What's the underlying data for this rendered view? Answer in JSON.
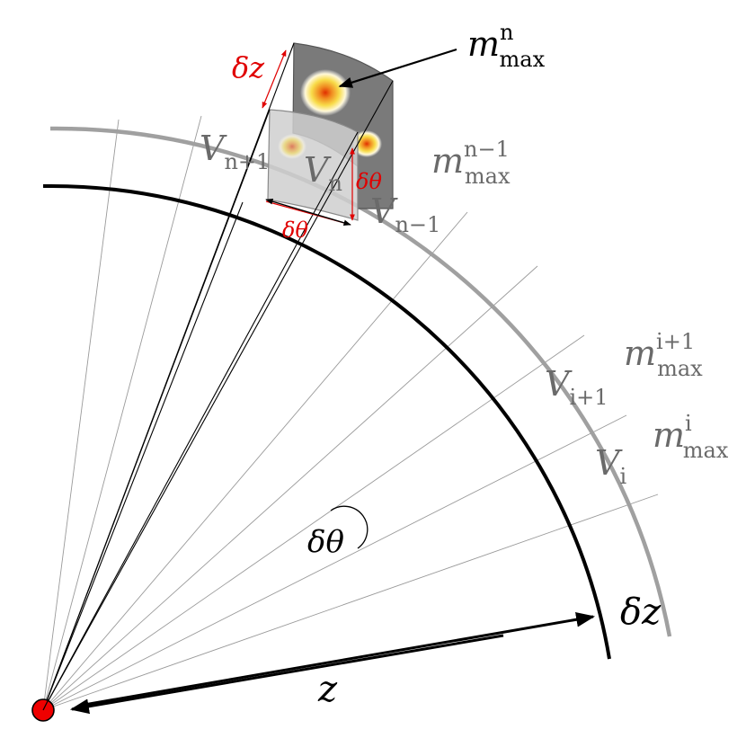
{
  "colors": {
    "background": "#ffffff",
    "inner_arc": "#000000",
    "outer_arc": "#a0a0a0",
    "rays": "#9a9a9a",
    "highlight": "#e00000",
    "gray_label": "#6a6a6a",
    "cell_front": "#c8c8c8",
    "cell_top": "#7a7a7a",
    "origin": "#ee0000"
  },
  "labels": {
    "m_n": {
      "base": "m",
      "sup": "n",
      "sub": "max"
    },
    "m_n_minus_1": {
      "base": "m",
      "sup": "n−1",
      "sub": "max"
    },
    "m_i_plus_1": {
      "base": "m",
      "sup": "i+1",
      "sub": "max"
    },
    "m_i": {
      "base": "m",
      "sup": "i",
      "sub": "max"
    },
    "V_n_plus_1": {
      "base": "V",
      "sub": "n+1"
    },
    "V_n": {
      "base": "V",
      "sub": "n"
    },
    "V_n_minus_1": {
      "base": "V",
      "sub": "n−1"
    },
    "V_i_plus_1": {
      "base": "V",
      "sub": "i+1"
    },
    "V_i": {
      "base": "V",
      "sub": "i"
    },
    "delta_theta_center": "δθ",
    "delta_theta_red_h": "δθ",
    "delta_theta_red_v": "δθ",
    "delta_z_red": "δz",
    "delta_z_right": "δz",
    "z_label": "z"
  }
}
